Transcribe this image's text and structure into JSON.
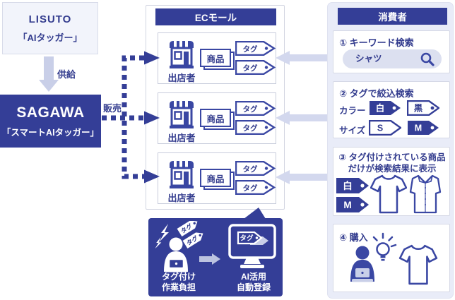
{
  "colors": {
    "navy": "#343e97",
    "navy_text": "#333c8e",
    "icon_navy": "#3a47a3",
    "lavender_arrow": "#c9cfe8",
    "lavender_arrow_light": "#d3d8ee",
    "panel_bg": "#e9ecf8",
    "pill_bg": "#dce0f0",
    "light_box_bg": "#f2f4fb"
  },
  "icons": {
    "search": "magnifier",
    "storefront": "shop-building",
    "tag": "price-tag",
    "monitor": "computer-display",
    "person": "person-at-laptop",
    "lightning": "stress-bolts",
    "lightbulb": "idea-bulb",
    "tshirt": "t-shirt",
    "dress_shirt": "dress-shirt",
    "flow_arrows": "supply-down, sell-dashed, search-left"
  },
  "left": {
    "lisuto_line1": "LISUTO",
    "lisuto_line2": "「AIタッガー」",
    "supply_label": "供給",
    "sagawa_line1": "SAGAWA",
    "sagawa_line2": "「スマートAIタッガー」",
    "sell_label": "販売"
  },
  "ec_mall": {
    "header": "ECモール",
    "sellers": [
      {
        "name": "出店者",
        "product": "商品",
        "tag1": "タグ",
        "tag2": "タグ"
      },
      {
        "name": "出店者",
        "product": "商品",
        "tag1": "タグ",
        "tag2": "タグ"
      },
      {
        "name": "出店者",
        "product": "商品",
        "tag1": "タグ",
        "tag2": "タグ"
      }
    ]
  },
  "burden": {
    "tag1": "タグ",
    "tag2": "タグ",
    "monitor_tag": "タグ",
    "left_label1": "タグ付け",
    "left_label2": "作業負担",
    "right_label1": "AI活用",
    "right_label2": "自動登録"
  },
  "consumer": {
    "header": "消費者",
    "step1": {
      "title": "① キーワード検索",
      "search_value": "シャツ"
    },
    "step2": {
      "title": "② タグで絞込検索",
      "row1_label": "カラー",
      "row1_tag1": "白",
      "row1_tag2": "黒",
      "row2_label": "サイズ",
      "row2_tag1": "S",
      "row2_tag2": "M"
    },
    "step3": {
      "title_line1": "③ タグ付けされている商品",
      "title_line2": "だけが検索結果に表示",
      "tag1": "白",
      "tag2": "M"
    },
    "step4": {
      "title": "④ 購入"
    }
  }
}
